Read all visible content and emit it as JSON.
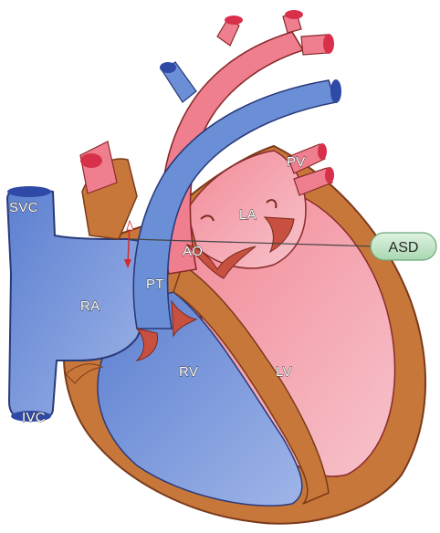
{
  "labels": {
    "svc": "SVC",
    "ivc": "IVC",
    "ra": "RA",
    "pt": "PT",
    "ao": "AO",
    "la": "LA",
    "pv": "PV",
    "rv": "RV",
    "lv": "LV"
  },
  "callout": {
    "label": "ASD"
  },
  "colors": {
    "myocardium": "#c8773a",
    "deoxygenated_blood": "#6b8fd6",
    "oxygenated_blood": "#ef7f8f",
    "vessel_cap_blue": "#2f4aa6",
    "vessel_cap_red": "#d8304a",
    "callout_fill": "#bfe3c4",
    "shunt_arrow": "#d42a2a"
  }
}
